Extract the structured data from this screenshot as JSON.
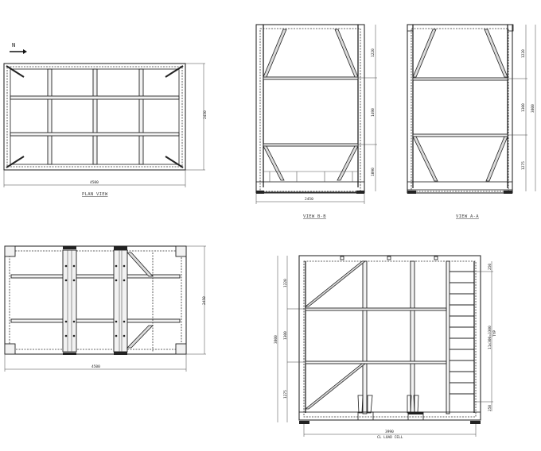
{
  "drawing": {
    "north_indicator": "N",
    "views": [
      {
        "id": "plan-view",
        "label": "PLAN VIEW",
        "dimensions": {
          "width": "4500",
          "height": "2450"
        }
      },
      {
        "id": "view-b-b",
        "label": "VIEW B-B",
        "dimensions": {
          "width": "2450",
          "segments": [
            "1220",
            "1490",
            "1090"
          ]
        }
      },
      {
        "id": "view-a-a",
        "label": "VIEW A-A",
        "dimensions": {
          "total": "3800",
          "segments": [
            "1220",
            "1300",
            "1275"
          ]
        }
      },
      {
        "id": "bottom-plan-view",
        "label": "",
        "dimensions": {
          "width": "4500",
          "height": "2450"
        }
      },
      {
        "id": "side-elevation",
        "label": "",
        "dimensions": {
          "total": "3800",
          "segments": [
            "1220",
            "1300",
            "1275"
          ],
          "width": "3990",
          "width_note": "CL LOAD CELL",
          "ladder_top": "250",
          "ladder_pitch": "11x300=3300",
          "ladder_pitch_note": "TYP",
          "ladder_bottom": "250"
        }
      }
    ]
  }
}
